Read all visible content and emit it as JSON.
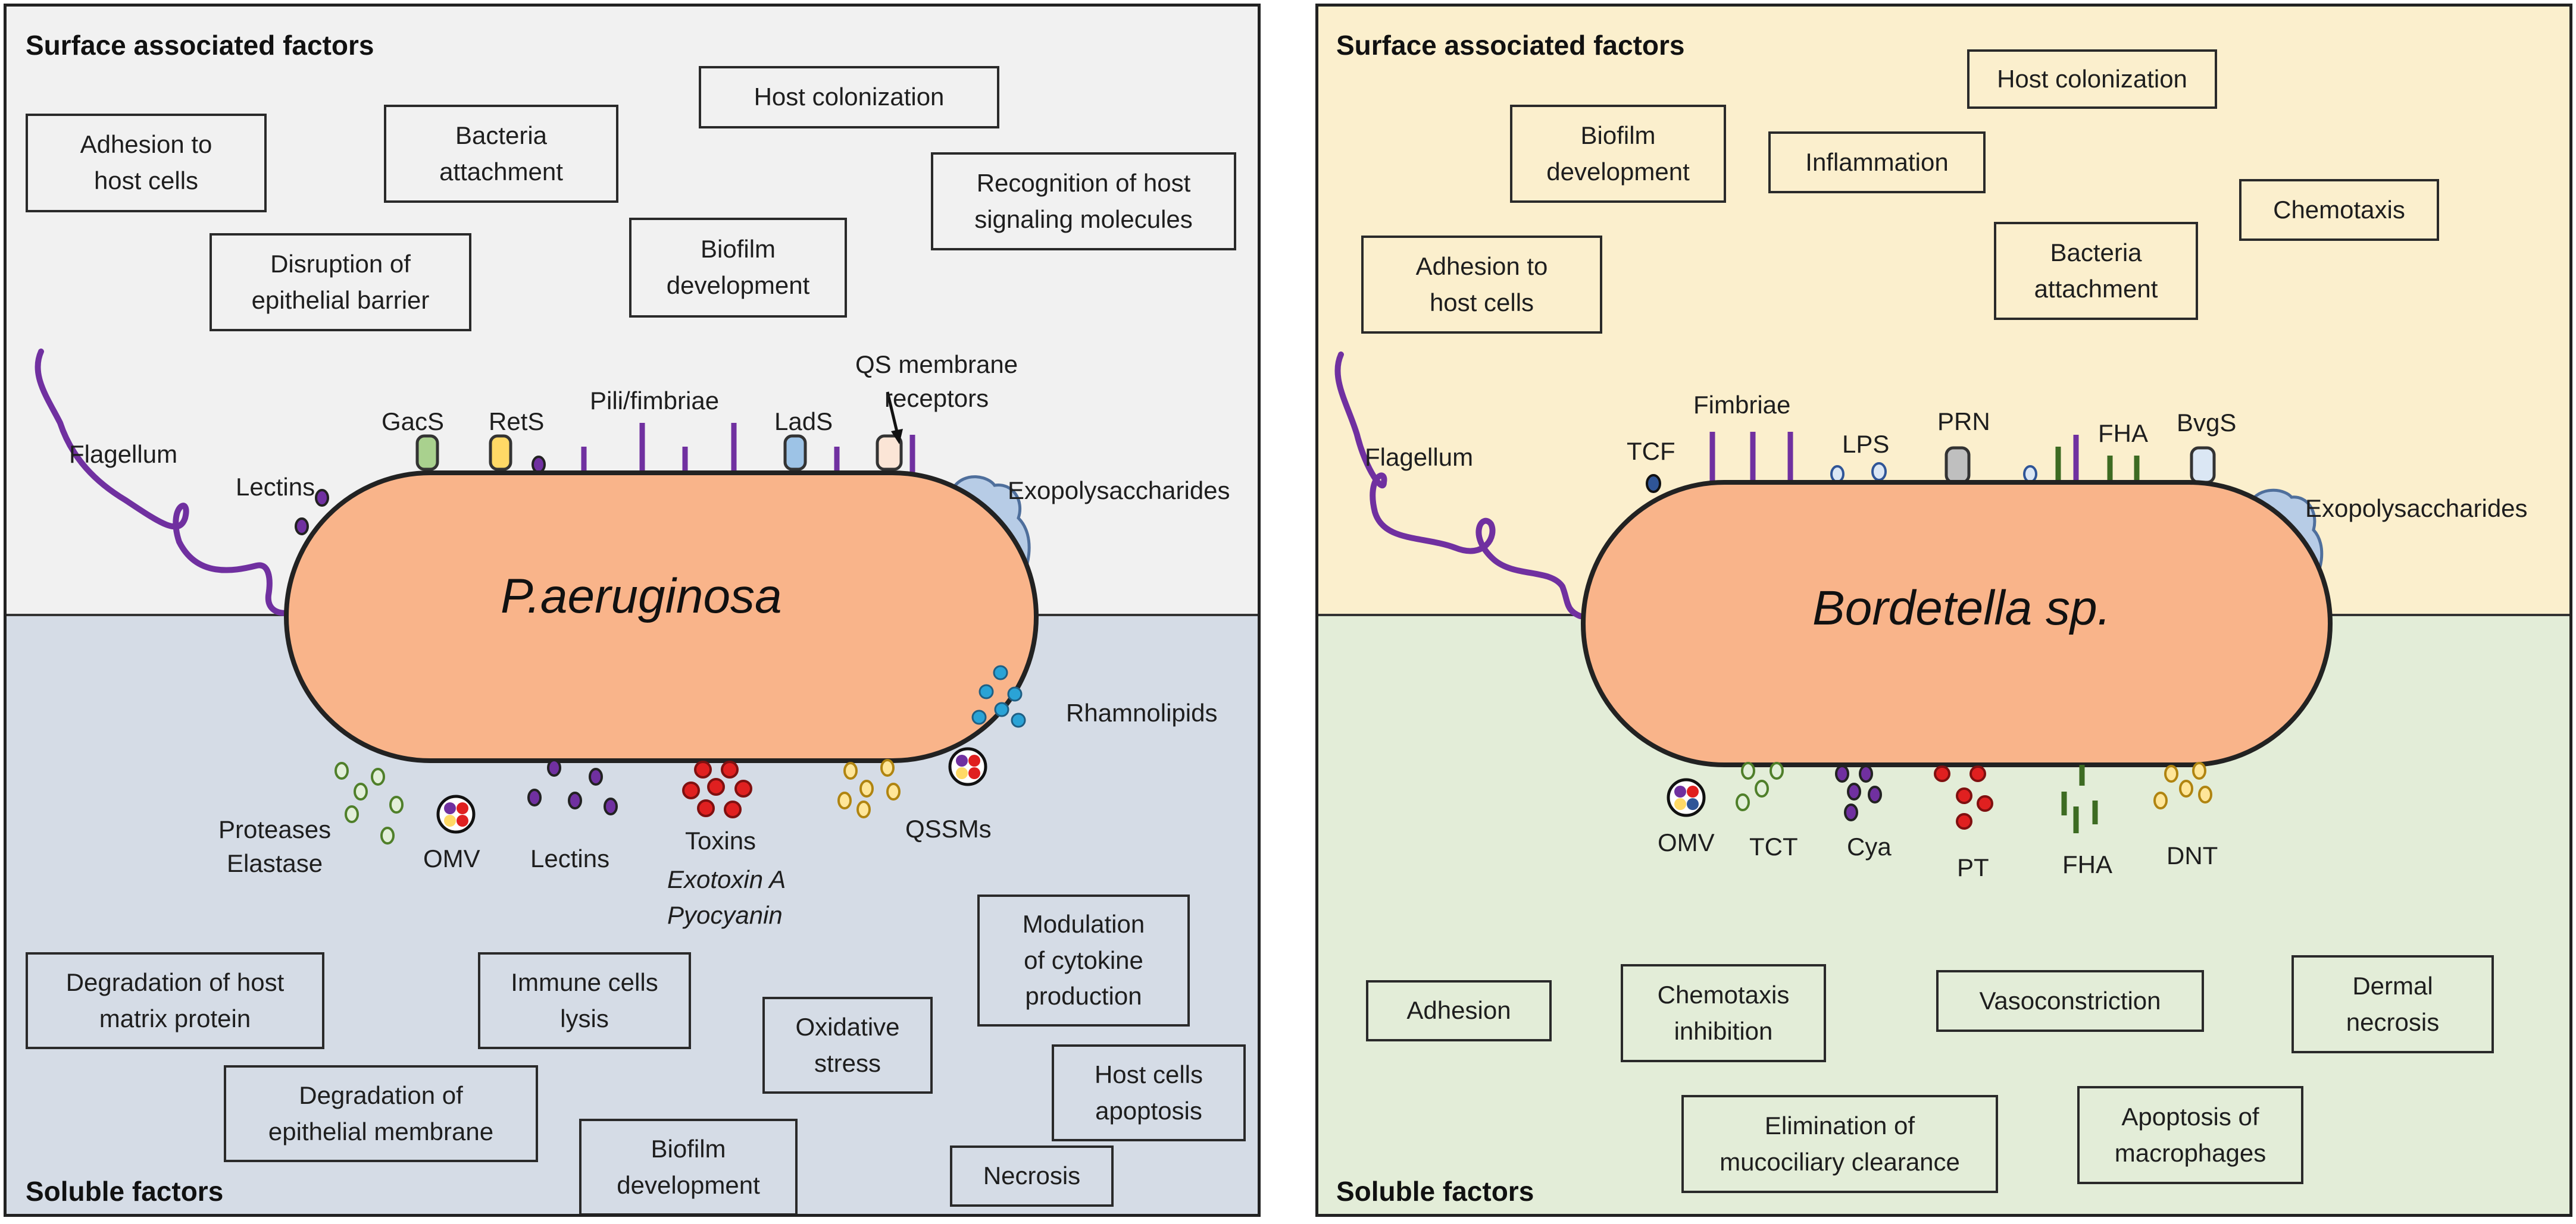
{
  "left": {
    "surface_title": "Surface associated factors",
    "soluble_title": "Soluble factors",
    "bacterium": "P.aeruginosa",
    "surface_boxes": [
      "Adhesion to\nhost cells",
      "Bacteria\nattachment",
      "Host colonization",
      "Recognition of host\nsignaling molecules",
      "Disruption of\nepithelial barrier",
      "Biofilm\ndevelopment"
    ],
    "surface_labels": {
      "flagellum": "Flagellum",
      "lectins": "Lectins",
      "gacs": "GacS",
      "rets": "RetS",
      "pili": "Pili/fimbriae",
      "lads": "LadS",
      "qs_receptors": "QS membrane\nreceptors",
      "exopolysaccharides": "Exopolysaccharides"
    },
    "soluble_labels": {
      "rhamnolipids": "Rhamnolipids",
      "proteases": "Proteases\nElastase",
      "omv": "OMV",
      "lectins": "Lectins",
      "toxins": "Toxins",
      "exotoxin": "Exotoxin A",
      "pyocyanin": "Pyocyanin",
      "qssms": "QSSMs"
    },
    "soluble_boxes": [
      "Degradation of host\nmatrix protein",
      "Immune cells\nlysis",
      "Oxidative\nstress",
      "Modulation\nof cytokine\nproduction",
      "Host cells\napoptosis",
      "Degradation of\nepithelial membrane",
      "Biofilm\ndevelopment",
      "Necrosis"
    ]
  },
  "right": {
    "surface_title": "Surface associated factors",
    "soluble_title": "Soluble factors",
    "bacterium": "Bordetella sp.",
    "surface_boxes": [
      "Host colonization",
      "Biofilm\ndevelopment",
      "Inflammation",
      "Chemotaxis",
      "Adhesion to\nhost cells",
      "Bacteria\nattachment"
    ],
    "surface_labels": {
      "flagellum": "Flagellum",
      "tcf": "TCF",
      "fimbriae": "Fimbriae",
      "lps": "LPS",
      "prn": "PRN",
      "fha": "FHA",
      "bvgs": "BvgS",
      "exopolysaccharides": "Exopolysaccharides"
    },
    "soluble_labels": {
      "omv": "OMV",
      "tct": "TCT",
      "cya": "Cya",
      "pt": "PT",
      "fha": "FHA",
      "dnt": "DNT"
    },
    "soluble_boxes": [
      "Adhesion",
      "Chemotaxis\ninhibition",
      "Vasoconstriction",
      "Dermal\nnecrosis",
      "Elimination of\nmucociliary clearance",
      "Apoptosis of\nmacrophages"
    ]
  },
  "colors": {
    "bacterium_fill": "#f9b48a",
    "flagellum": "#7030a0",
    "pili": "#7030a0",
    "fha_bars": "#3d6b22"
  }
}
